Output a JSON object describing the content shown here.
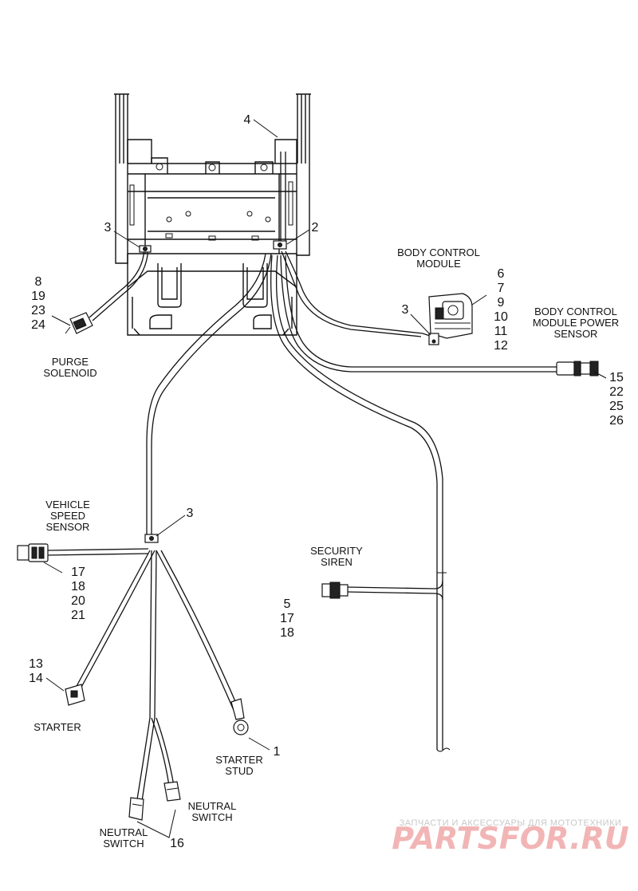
{
  "labels": {
    "body_control_module": [
      "BODY CONTROL",
      "MODULE"
    ],
    "bcm_power_sensor": [
      "BODY CONTROL",
      "MODULE POWER",
      "SENSOR"
    ],
    "purge_solenoid": [
      "PURGE",
      "SOLENOID"
    ],
    "vehicle_speed_sensor": [
      "VEHICLE",
      "SPEED",
      "SENSOR"
    ],
    "security_siren": [
      "SECURITY",
      "SIREN"
    ],
    "starter": "STARTER",
    "starter_stud": [
      "STARTER",
      "STUD"
    ],
    "neutral_switch_right": [
      "NEUTRAL",
      "SWITCH"
    ],
    "neutral_switch_left": [
      "NEUTRAL",
      "SWITCH"
    ]
  },
  "callouts": {
    "frame": "4",
    "clip_left": "3",
    "clip_right": "2",
    "purge": [
      "8",
      "19",
      "23",
      "24"
    ],
    "bcm": [
      "6",
      "7",
      "9",
      "10",
      "11",
      "12"
    ],
    "bcm_clip": "3",
    "bcm_sensor": [
      "15",
      "22",
      "25",
      "26"
    ],
    "vss_clip": "3",
    "vss": [
      "17",
      "18",
      "20",
      "21"
    ],
    "siren": [
      "5",
      "17",
      "18"
    ],
    "starter": [
      "13",
      "14"
    ],
    "starter_stud": "1",
    "neutral": "16"
  },
  "watermark": {
    "tagline": "ЗАПЧАСТИ И АКСЕССУАРЫ ДЛЯ МОТОТЕХНИКИ",
    "brand": "PARTSFOR.RU"
  }
}
